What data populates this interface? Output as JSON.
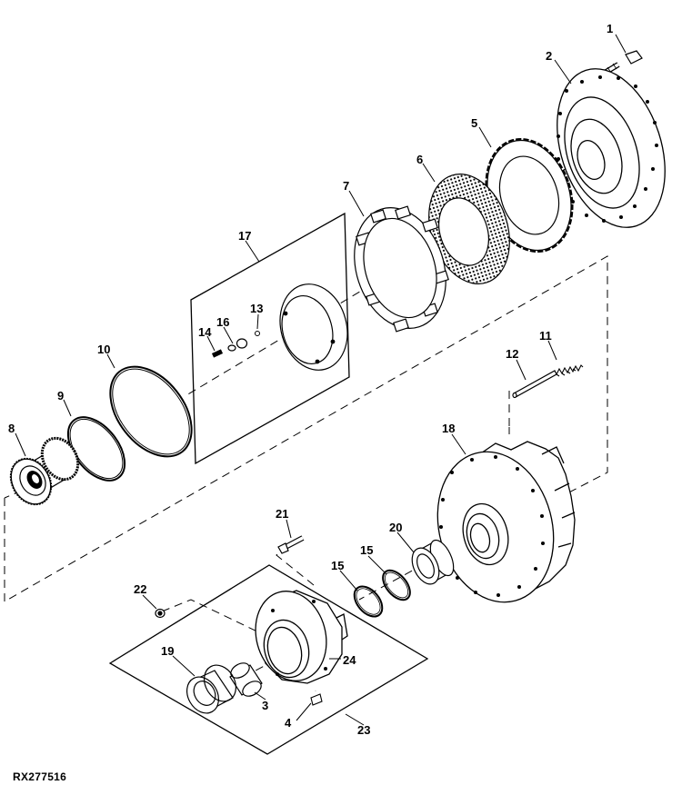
{
  "document_id": "RX277516",
  "callouts": [
    {
      "part": "1",
      "text": "1"
    },
    {
      "part": "2",
      "text": "2"
    },
    {
      "part": "3",
      "text": "3"
    },
    {
      "part": "4",
      "text": "4"
    },
    {
      "part": "5",
      "text": "5"
    },
    {
      "part": "6",
      "text": "6"
    },
    {
      "part": "7",
      "text": "7"
    },
    {
      "part": "8",
      "text": "8"
    },
    {
      "part": "9",
      "text": "9"
    },
    {
      "part": "10",
      "text": "10"
    },
    {
      "part": "11",
      "text": "11"
    },
    {
      "part": "12",
      "text": "12"
    },
    {
      "part": "13",
      "text": "13"
    },
    {
      "part": "14",
      "text": "14"
    },
    {
      "part": "15a",
      "text": "15"
    },
    {
      "part": "15b",
      "text": "15"
    },
    {
      "part": "16",
      "text": "16"
    },
    {
      "part": "17",
      "text": "17"
    },
    {
      "part": "18",
      "text": "18"
    },
    {
      "part": "19",
      "text": "19"
    },
    {
      "part": "20",
      "text": "20"
    },
    {
      "part": "21",
      "text": "21"
    },
    {
      "part": "22",
      "text": "22"
    },
    {
      "part": "23",
      "text": "23"
    },
    {
      "part": "24",
      "text": "24"
    }
  ]
}
